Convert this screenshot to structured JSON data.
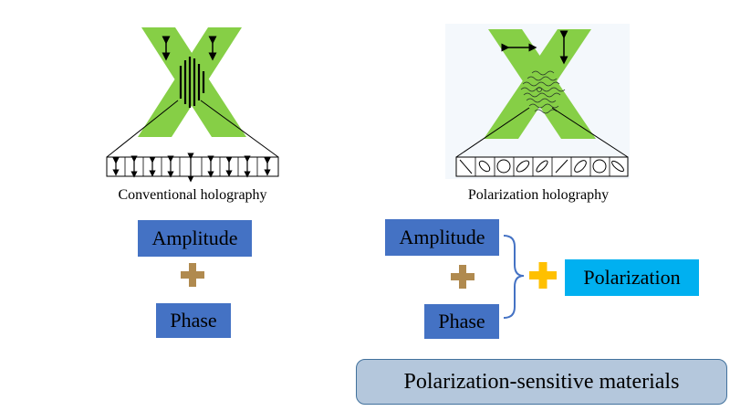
{
  "left": {
    "caption": "Conventional holography",
    "amplitude_label": "Amplitude",
    "phase_label": "Phase",
    "plus_color": "#b08a4f"
  },
  "right": {
    "caption": "Polarization holography",
    "amplitude_label": "Amplitude",
    "phase_label": "Phase",
    "polarization_label": "Polarization",
    "plus_color": "#b08a4f",
    "big_plus_color": "#ffc000"
  },
  "materials_label": "Polarization-sensitive materials",
  "colors": {
    "x_green": "#86cf46",
    "box_blue": "#4472c4",
    "box_cyan": "#00b0f0",
    "materials_fill": "#b4c7dc",
    "brace": "#4472c4"
  }
}
